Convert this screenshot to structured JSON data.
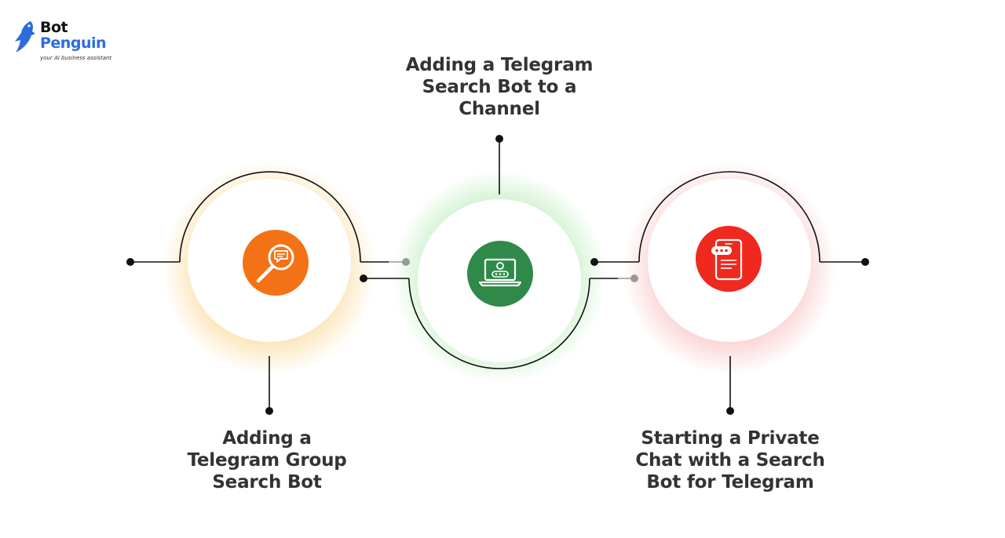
{
  "brand": {
    "name_line1": "Bot",
    "name_line2": "Penguin",
    "tagline": "your AI business assistant",
    "accent_color": "#2d6cdf"
  },
  "steps": [
    {
      "label_lines": [
        "Adding a",
        "Telegram Group",
        "Search Bot"
      ],
      "icon": "magnifier-chat-icon",
      "icon_color": "#f47216",
      "glow_color": "#f9c766"
    },
    {
      "label_lines": [
        "Adding a Telegram",
        "Search Bot to a",
        "Channel"
      ],
      "icon": "laptop-bot-icon",
      "icon_color": "#2f8a4a",
      "glow_color": "#8ee08a"
    },
    {
      "label_lines": [
        "Starting a Private",
        "Chat with a Search",
        "Bot for Telegram"
      ],
      "icon": "phone-chat-icon",
      "icon_color": "#f0291e",
      "glow_color": "#f59a9a"
    }
  ],
  "colors": {
    "line": "#111111",
    "connector_dot": "#999999",
    "text": "#333333"
  }
}
